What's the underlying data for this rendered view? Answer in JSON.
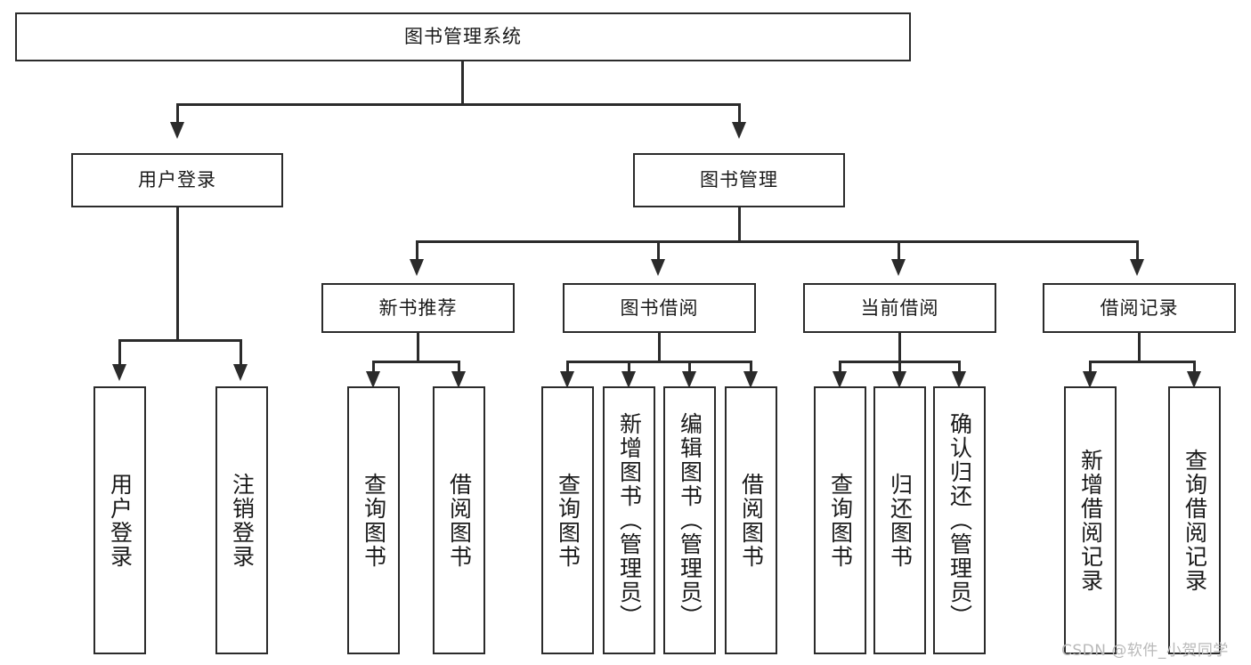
{
  "diagram": {
    "type": "tree-hierarchy-flowchart",
    "title": "图书管理系统",
    "colors": {
      "background": "#ffffff",
      "box_border": "#2b2b2b",
      "box_fill": "#ffffff",
      "text": "#1a1a1a",
      "connector": "#2b2b2b",
      "watermark": "#b9b9b9"
    },
    "root": {
      "label": "图书管理系统"
    },
    "level2": [
      {
        "label": "用户登录"
      },
      {
        "label": "图书管理"
      }
    ],
    "level3": [
      {
        "label": "新书推荐"
      },
      {
        "label": "图书借阅"
      },
      {
        "label": "当前借阅"
      },
      {
        "label": "借阅记录"
      }
    ],
    "leaves": {
      "user_login": [
        {
          "label": "用户登录"
        },
        {
          "label": "注销登录"
        }
      ],
      "new_book_recommend": [
        {
          "label": "查询图书"
        },
        {
          "label": "借阅图书"
        }
      ],
      "book_borrow": [
        {
          "label": "查询图书"
        },
        {
          "label": "新增图书（管理员）"
        },
        {
          "label": "编辑图书（管理员）"
        },
        {
          "label": "借阅图书"
        }
      ],
      "current_borrow": [
        {
          "label": "查询图书"
        },
        {
          "label": "归还图书"
        },
        {
          "label": "确认归还（管理员）"
        }
      ],
      "borrow_record": [
        {
          "label": "新增借阅记录"
        },
        {
          "label": "查询借阅记录"
        }
      ]
    },
    "watermark": "CSDN @软件_小贺同学"
  }
}
